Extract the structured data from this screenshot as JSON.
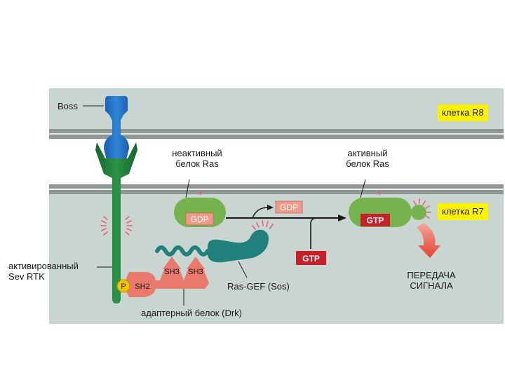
{
  "labels": {
    "boss": "Boss",
    "cell_r8": "клетка R8",
    "cell_r7": "клетка R7",
    "inactive_ras_l1": "неактивный",
    "inactive_ras_l2": "белок Ras",
    "active_ras_l1": "активный",
    "active_ras_l2": "белок Ras",
    "gdp_inactive": "GDP",
    "gdp_released": "GDP",
    "gtp_free": "GTP",
    "gtp_bound": "GTP",
    "sev_l1": "активированный",
    "sev_l2": "Sev RTK",
    "sh3_a": "SH3",
    "sh3_b": "SH3",
    "sh2": "SH2",
    "p": "P",
    "ras_gef": "Ras-GEF (Sos)",
    "adapter": "адаптерный белок (Drk)",
    "signal_l1": "ПЕРЕДАЧА",
    "signal_l2": "СИГНАЛА"
  },
  "colors": {
    "panel_bg": "#c9d5d0",
    "membrane_band": "#8f9794",
    "membrane_light": "#e9eeec",
    "boss_blue": "#1c6fc0",
    "sev_green": "#1f7d3a",
    "ras_green": "#74b34d",
    "adapter_salmon": "#e8796b",
    "gef_teal": "#21807c",
    "gdp_fill": "#f19a8a",
    "gtp_fill": "#c8202b",
    "phospho_yellow": "#f5c400",
    "label_yellow": "#fff200",
    "arrow_red": "#e8513f"
  }
}
